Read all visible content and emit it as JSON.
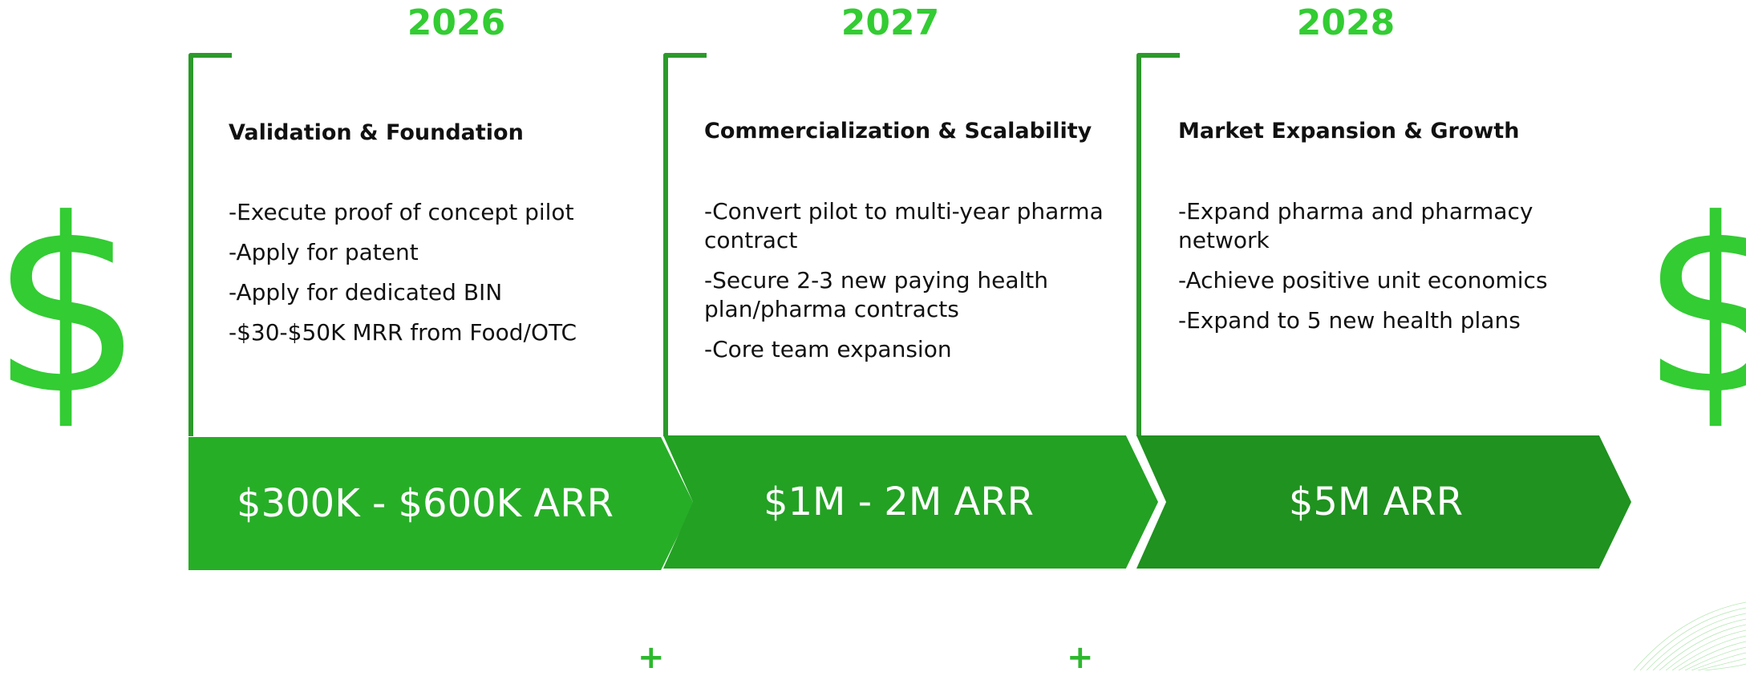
{
  "phases": [
    {
      "year": "2026",
      "title": "Validation & Foundation",
      "bullets": [
        "-Execute proof of concept pilot",
        "-Apply for patent",
        "-Apply for dedicated BIN",
        "-$30-$50K MRR from Food/OTC"
      ],
      "arr": "$300K - $600K ARR",
      "color": "#27ae27"
    },
    {
      "year": "2027",
      "title": "Commercialization & Scalability",
      "bullets": [
        "-Convert pilot to multi-year pharma contract",
        "-Secure 2-3 new paying health plan/pharma contracts",
        "-Core team expansion"
      ],
      "arr": "$1M - 2M ARR",
      "color": "#23a123"
    },
    {
      "year": "2028",
      "title": "Market Expansion & Growth",
      "bullets": [
        "-Expand pharma and pharmacy network",
        "-Achieve positive unit economics",
        "-Expand to 5 new health plans"
      ],
      "arr": "$5M ARR",
      "color": "#1f921f"
    }
  ],
  "decor": {
    "dollar_symbol": "$",
    "plus_symbol": "+",
    "accent_color": "#33cc33",
    "dollar_icon": "dollar-sign-icon",
    "plus_icon": "plus-icon"
  }
}
